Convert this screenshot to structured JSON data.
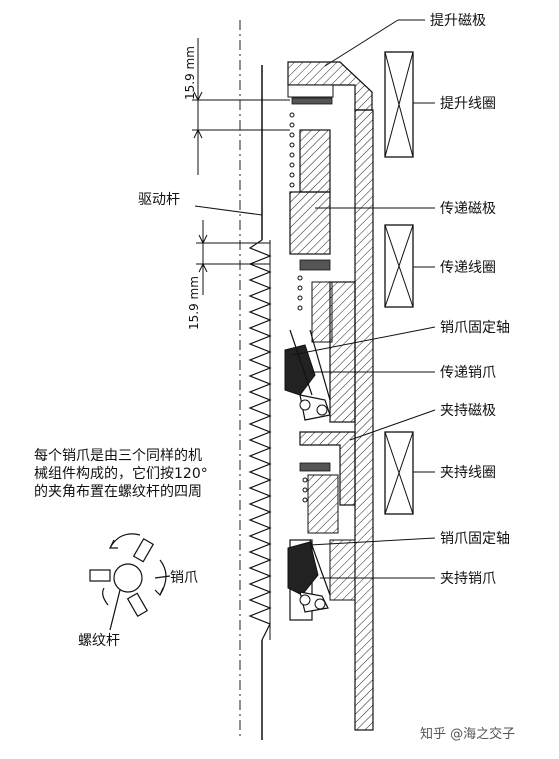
{
  "labels": {
    "lift_pole": "提升磁极",
    "lift_coil": "提升线圈",
    "drive_rod": "驱动杆",
    "transfer_pole": "传递磁极",
    "transfer_coil": "传递线圈",
    "latch_axis_1": "销爪固定轴",
    "transfer_latch": "传递销爪",
    "hold_pole": "夹持磁极",
    "hold_coil": "夹持线圈",
    "latch_axis_2": "销爪固定轴",
    "hold_latch": "夹持销爪",
    "latch_small": "销爪",
    "screw_rod": "螺纹杆"
  },
  "note": {
    "line1": "每个销爪是由三个同样的机",
    "line2": "械组件构成的，它们按120°",
    "line3": "的夹角布置在螺纹杆的四周"
  },
  "dimensions": {
    "top_gap": "15.9 mm",
    "mid_gap": "15.9 mm"
  },
  "watermark": "知乎 @海之交子"
}
